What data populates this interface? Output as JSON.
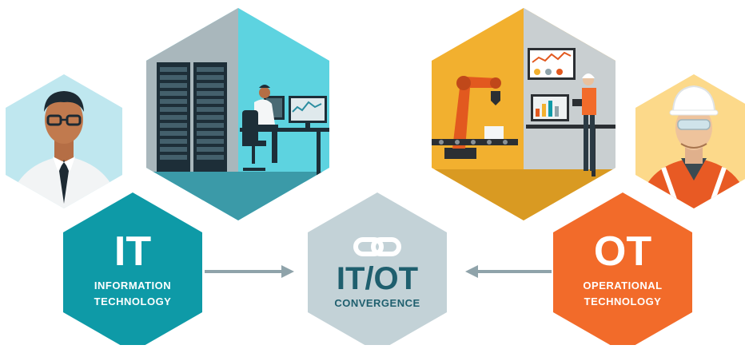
{
  "it": {
    "abbr": "IT",
    "line1": "INFORMATION",
    "line2": "TECHNOLOGY"
  },
  "ot": {
    "abbr": "OT",
    "line1": "OPERATIONAL",
    "line2": "TECHNOLOGY"
  },
  "center": {
    "title": "IT/OT",
    "subtitle": "CONVERGENCE",
    "icon": "chain-link-icon"
  },
  "colors": {
    "it_teal": "#0e9aa7",
    "ot_orange": "#f26b2a",
    "center_grey": "#c3d2d7",
    "center_text": "#1f5f6e",
    "server_room_bg": "#5dd3e0",
    "factory_bg": "#f2b02f",
    "arrow": "#8fa3aa"
  }
}
